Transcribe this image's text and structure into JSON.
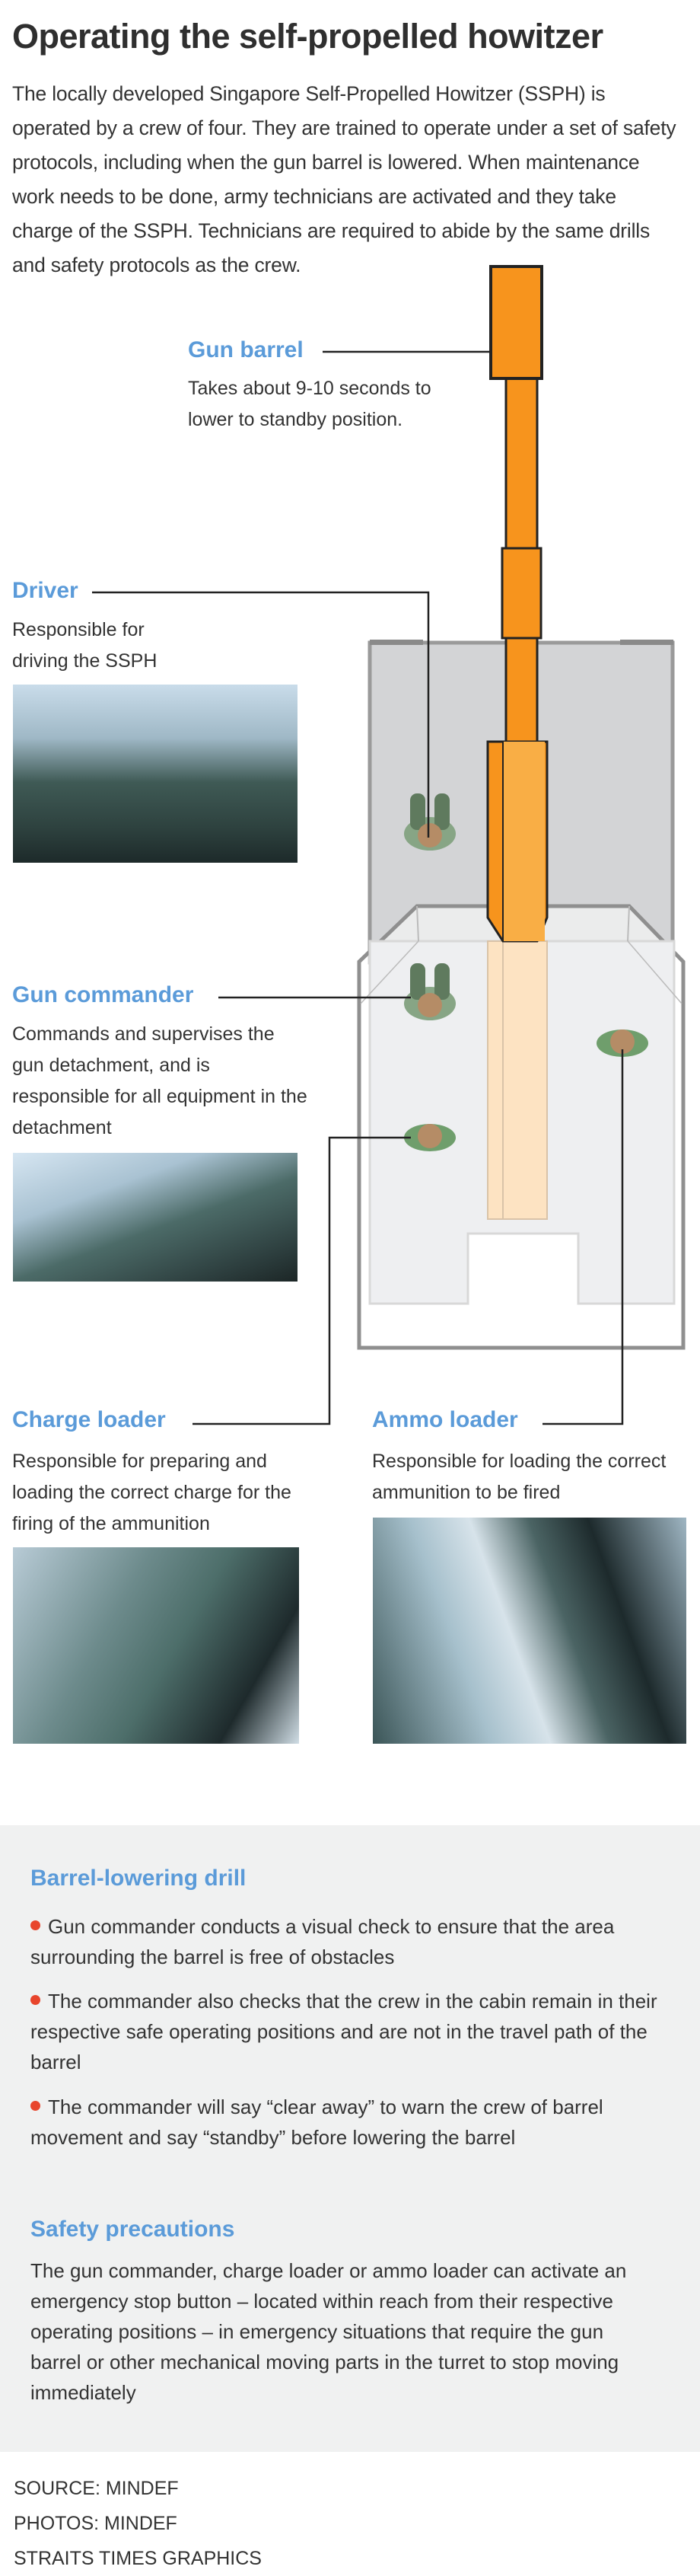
{
  "title": "Operating the self-propelled howitzer",
  "intro": "The locally developed Singapore Self-Propelled Howitzer (SSPH) is operated by a crew of four. They are trained to operate under a set of safety protocols, including when the gun barrel is lowered. When maintenance work needs to be done, army technicians are activated and they take charge of the SSPH. Technicians are required to abide by the same drills and safety protocols as the crew.",
  "gun_barrel": {
    "label": "Gun barrel",
    "description": "Takes about 9-10 seconds to lower to standby position."
  },
  "roles": [
    {
      "label": "Driver",
      "description": "Responsible for driving the SSPH"
    },
    {
      "label": "Gun commander",
      "description": "Commands and supervises the gun detachment, and is responsible for all equipment in the detachment"
    },
    {
      "label": "Charge loader",
      "description": "Responsible for preparing and loading the correct charge for the firing of the ammunition"
    },
    {
      "label": "Ammo loader",
      "description": "Responsible for loading the correct ammunition to be fired"
    }
  ],
  "drill": {
    "heading": "Barrel-lowering drill",
    "bullets": [
      "Gun commander conducts a visual check to ensure that the area surrounding the barrel is free of obstacles",
      "The commander also checks that the crew in the cabin remain in their respective safe operating positions and are not in the travel path of the barrel",
      "The commander will say “clear away” to warn the crew of barrel movement and say “standby” before lowering the barrel"
    ]
  },
  "safety": {
    "heading": "Safety precautions",
    "text": "The gun commander, charge loader or ammo loader can activate an emergency stop button – located within reach from their respective operating positions – in emergency situations that require the gun barrel or other mechanical moving parts in the turret to stop moving immediately"
  },
  "footer": [
    "SOURCE: MINDEF",
    "PHOTOS: MINDEF",
    "STRAITS TIMES GRAPHICS"
  ],
  "colors": {
    "accent": "#5b9bd9",
    "barrel": "#f7941d",
    "bullet": "#e8452c",
    "panel": "#f0f1f1"
  }
}
